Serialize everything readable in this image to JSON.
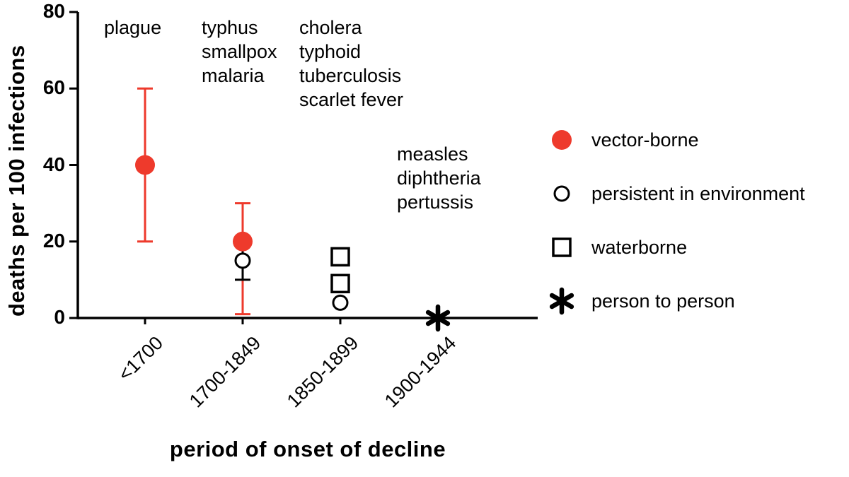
{
  "chart_data": {
    "type": "scatter",
    "title": "",
    "xlabel": "period of onset of decline",
    "ylabel": "deaths per 100 infections",
    "ylim": [
      0,
      80
    ],
    "yticks": [
      0,
      20,
      40,
      60,
      80
    ],
    "categories": [
      "<1700",
      "1700-1849",
      "1850-1899",
      "1900-1944"
    ],
    "grid": false,
    "legend_position": "right",
    "accent_color": "#ee3a2c",
    "series": [
      {
        "name": "vector-borne",
        "marker": "filled-circle",
        "color": "#ee3a2c",
        "points": [
          {
            "x": 0,
            "y": 40,
            "err_low": 20,
            "err_high": 60
          },
          {
            "x": 1,
            "y": 20,
            "err_low": 1,
            "err_high": 30
          }
        ]
      },
      {
        "name": "persistent in environment",
        "marker": "open-circle",
        "color": "#000000",
        "points": [
          {
            "x": 1,
            "y": 15,
            "err_low": 10,
            "err_high": 20
          },
          {
            "x": 2,
            "y": 4
          }
        ]
      },
      {
        "name": "waterborne",
        "marker": "open-square",
        "color": "#000000",
        "points": [
          {
            "x": 2,
            "y": 16
          },
          {
            "x": 2,
            "y": 9
          }
        ]
      },
      {
        "name": "person to person",
        "marker": "asterisk",
        "color": "#000000",
        "points": [
          {
            "x": 3,
            "y": 0
          }
        ]
      }
    ],
    "annotations": [
      {
        "x": 0,
        "y_top": 79,
        "lines": [
          "plague"
        ]
      },
      {
        "x": 1,
        "y_top": 79,
        "lines": [
          "typhus",
          "smallpox",
          "malaria"
        ]
      },
      {
        "x": 2,
        "y_top": 79,
        "lines": [
          "cholera",
          "typhoid",
          "tuberculosis",
          "scarlet fever"
        ]
      },
      {
        "x": 3,
        "y_top": 46,
        "lines": [
          "measles",
          "diphtheria",
          "pertussis"
        ]
      }
    ],
    "legend": [
      {
        "marker": "filled-circle",
        "color": "#ee3a2c",
        "label": "vector-borne"
      },
      {
        "marker": "open-circle",
        "color": "#000000",
        "label": "persistent in environment"
      },
      {
        "marker": "open-square",
        "color": "#000000",
        "label": "waterborne"
      },
      {
        "marker": "asterisk",
        "color": "#000000",
        "label": "person to person"
      }
    ]
  }
}
